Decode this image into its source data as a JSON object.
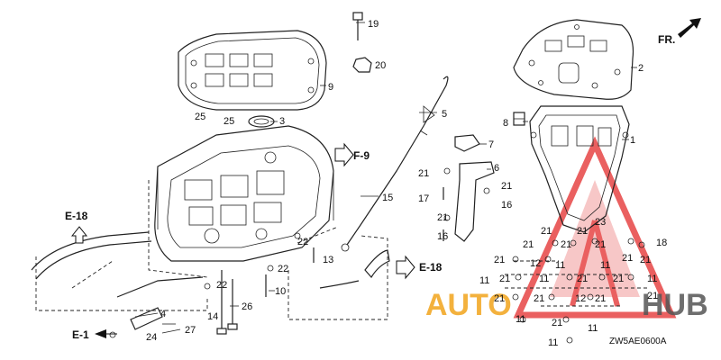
{
  "diagram": {
    "drawing_code": "ZW5AE0600A",
    "direction_label": "FR.",
    "watermark": {
      "left": "AUTO",
      "right": "HUB",
      "color_orange": "#f2a41c",
      "color_gray": "#555555",
      "color_red": "#e32b2b"
    },
    "references": {
      "f9": "F-9",
      "e18_left": "E-18",
      "e18_right": "E-18",
      "e1": "E-1"
    },
    "callouts": {
      "n1": "1",
      "n2": "2",
      "n3": "3",
      "n4": "4",
      "n5": "5",
      "n6": "6",
      "n7": "7",
      "n8": "8",
      "n9": "9",
      "n10": "10",
      "n12": "12",
      "n13": "13",
      "n14": "14",
      "n15": "15",
      "n16": "16",
      "n17": "17",
      "n18": "18",
      "n19": "19",
      "n20": "20",
      "n21": "21",
      "n22": "22",
      "n23": "23",
      "n24": "24",
      "n25": "25",
      "n26": "26",
      "n27": "27",
      "n11": "11"
    }
  }
}
